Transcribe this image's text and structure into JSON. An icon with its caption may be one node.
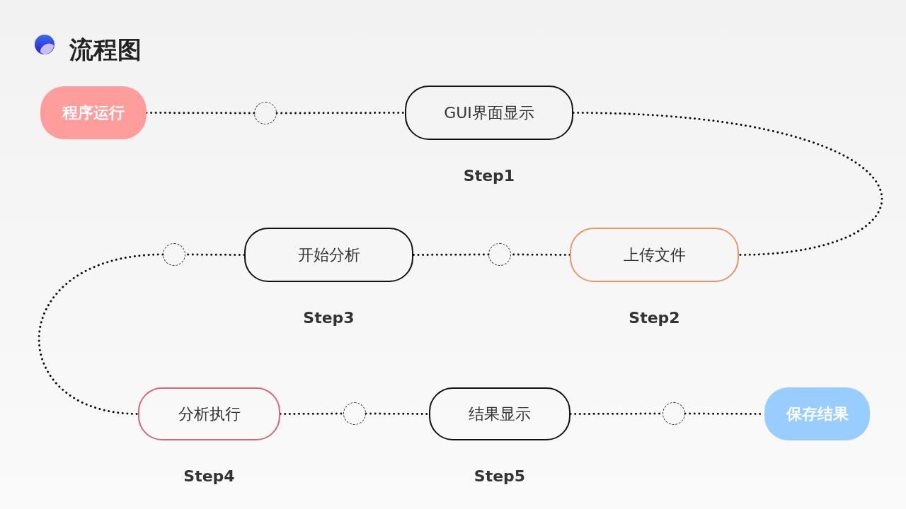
{
  "diagram": {
    "title": "流程图",
    "nodes": [
      {
        "text": [
          "程序运行"
        ]
      },
      {
        "text": [],
        "shape": "circle"
      },
      {
        "text": [
          "GUI界面显示"
        ],
        "beside": [
          "Step1"
        ]
      },
      {
        "text": [
          "上传文件"
        ],
        "beside": [
          "Step2"
        ]
      },
      {
        "text": [],
        "shape": "circle"
      },
      {
        "text": [
          "开始分析"
        ],
        "beside": [
          "Step3"
        ]
      },
      {
        "text": [],
        "shape": "circle"
      },
      {
        "text": [
          "分析执行"
        ],
        "beside": [
          "Step4"
        ]
      },
      {
        "text": [],
        "shape": "circle"
      },
      {
        "text": [
          "结果显示"
        ],
        "beside": [
          "Step5"
        ]
      },
      {
        "text": [],
        "shape": "circle"
      },
      {
        "text": [
          "保存结果"
        ]
      }
    ],
    "edges": [
      {
        "from": 0,
        "to": 1,
        "arrow": "none"
      },
      {
        "from": 1,
        "to": 2,
        "arrow": "none"
      },
      {
        "from": 2,
        "to": 3,
        "arrow": "none"
      },
      {
        "from": 3,
        "to": 4,
        "arrow": "none"
      },
      {
        "from": 4,
        "to": 5,
        "arrow": "none"
      },
      {
        "from": 5,
        "to": 6,
        "arrow": "none"
      },
      {
        "from": 6,
        "to": 7,
        "arrow": "none"
      },
      {
        "from": 7,
        "to": 8,
        "arrow": "none"
      },
      {
        "from": 8,
        "to": 9,
        "arrow": "none"
      },
      {
        "from": 9,
        "to": 10,
        "arrow": "none"
      },
      {
        "from": 10,
        "to": 11,
        "arrow": "none"
      }
    ]
  }
}
